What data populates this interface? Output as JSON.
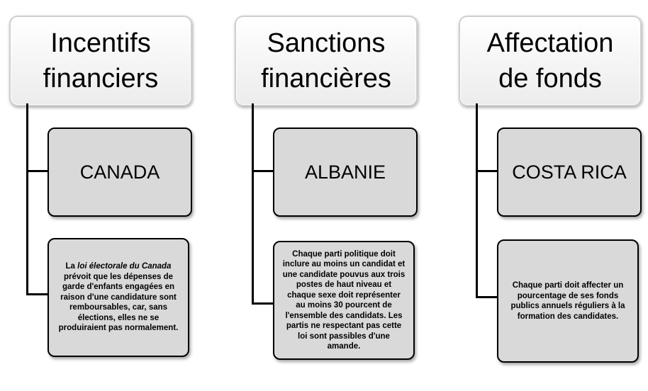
{
  "columns": [
    {
      "title_lines": [
        "Incentifs",
        "financiers"
      ],
      "country": "CANADA",
      "detail_pre": "La ",
      "detail_italic": "loi électorale du Canada",
      "detail_post": " prévoit que les dépenses de garde d'enfants engagées en raison d'une candidature sont remboursables, car, sans élections, elles ne se produiraient pas normalement."
    },
    {
      "title_lines": [
        "Sanctions",
        "financières"
      ],
      "country": "ALBANIE",
      "detail": "Chaque parti politique doit inclure au moins un candidat et une candidate pouvus aux trois postes de haut niveau et chaque sexe doit représenter au moins 30 pourcent de l'ensemble des candidats. Les partis ne respectant pas cette loi sont passibles d'une amande."
    },
    {
      "title_lines": [
        "Affectation",
        "de fonds"
      ],
      "country": "COSTA RICA",
      "detail": "Chaque parti doit affecter un pourcentage de ses fonds publics annuels réguliers à la formation des candidates."
    }
  ]
}
